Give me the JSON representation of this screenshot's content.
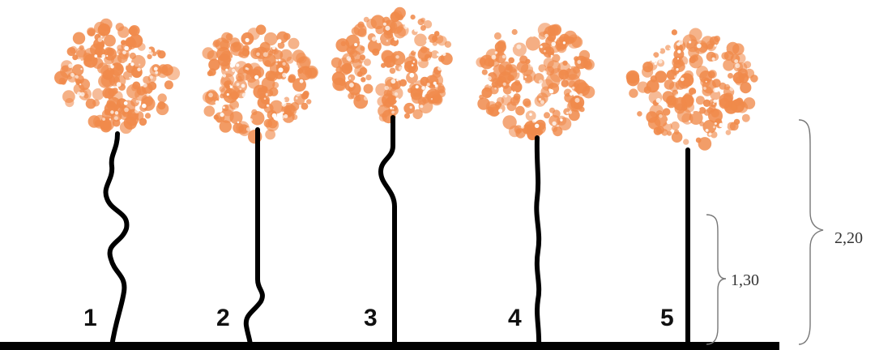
{
  "trees": [
    {
      "number": "1",
      "trunk_shape": "sinuous"
    },
    {
      "number": "2",
      "trunk_shape": "curved at base"
    },
    {
      "number": "3",
      "trunk_shape": "single crook"
    },
    {
      "number": "4",
      "trunk_shape": "slightly wavy"
    },
    {
      "number": "5",
      "trunk_shape": "straight"
    }
  ],
  "measurements": {
    "lower_height_label": "1,30",
    "upper_height_label": "2,20"
  },
  "colors": {
    "crown": "#f08a4b",
    "trunk": "#000000",
    "ground": "#000000",
    "brace": "#777777",
    "text": "#111111"
  }
}
